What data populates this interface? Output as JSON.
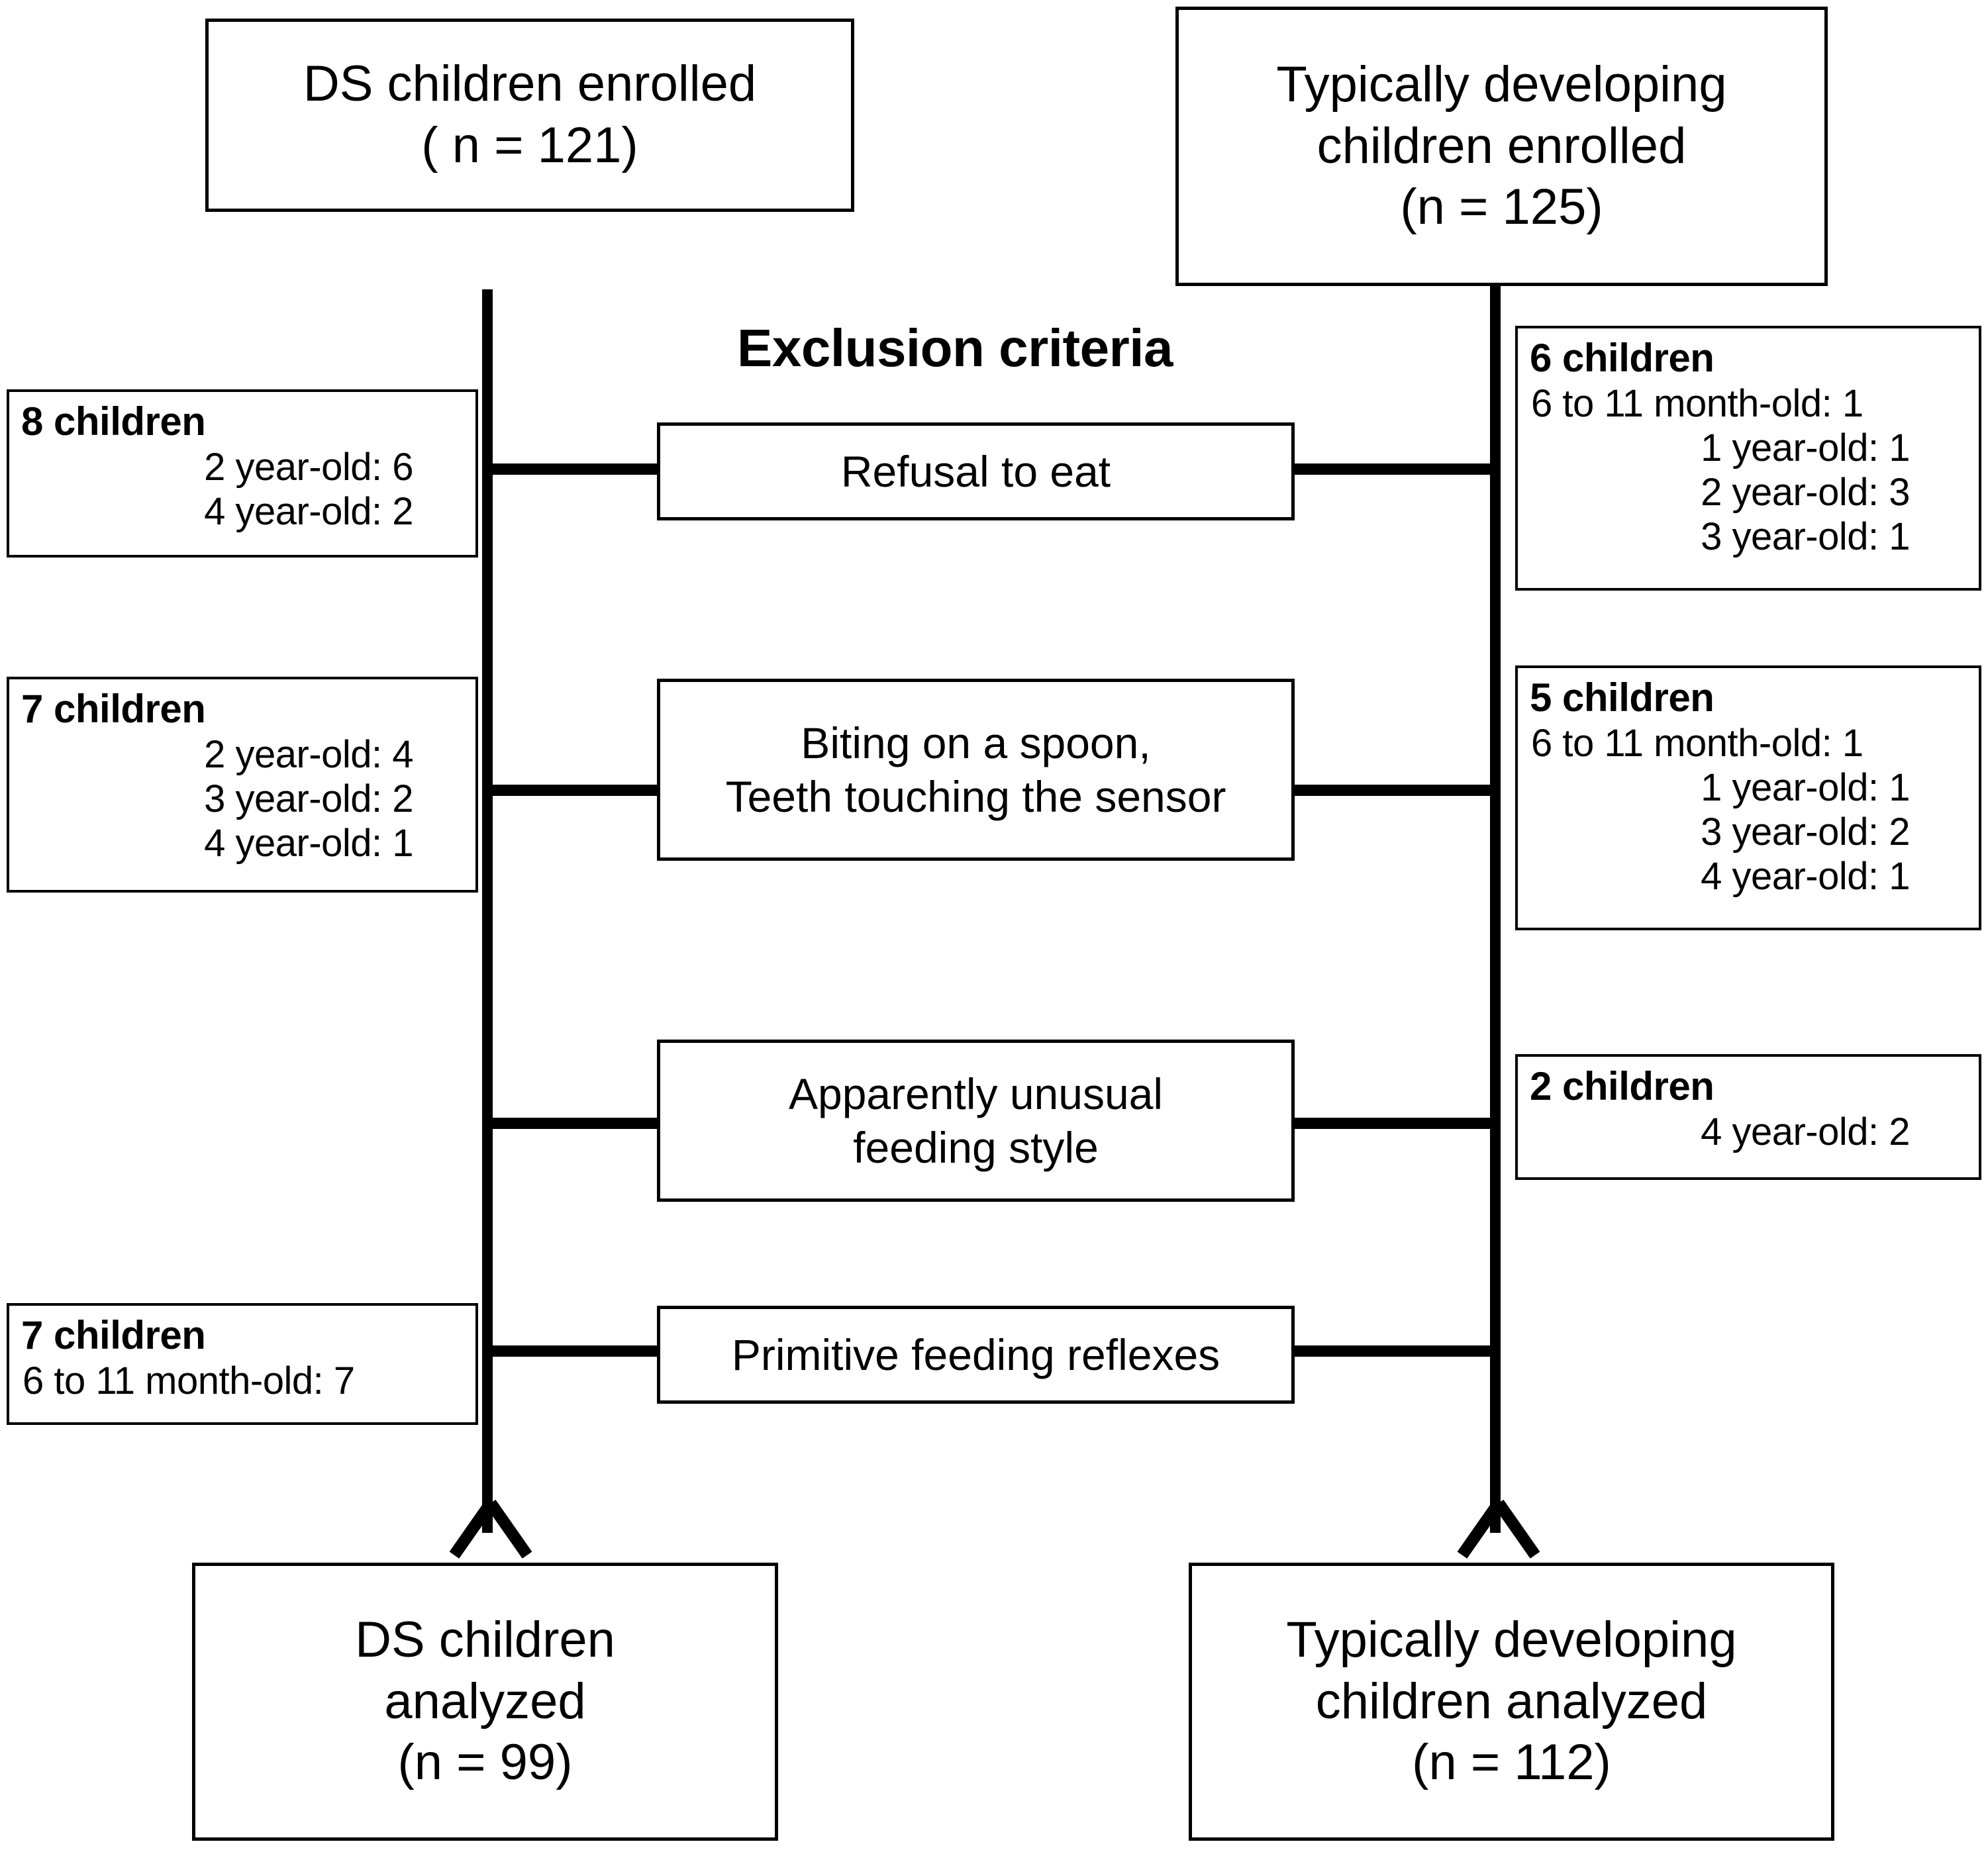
{
  "figure": {
    "type": "flow-diagram",
    "section_title": "Exclusion criteria"
  },
  "top_boxes": {
    "ds": {
      "line1": "DS children enrolled",
      "line2": "( n = 121)"
    },
    "td": {
      "line1": "Typically developing",
      "line2": "children enrolled",
      "line3": "(n = 125)"
    }
  },
  "bottom_boxes": {
    "ds": {
      "line1": "DS  children",
      "line2": "analyzed",
      "line3": "(n = 99)"
    },
    "td": {
      "line1": "Typically developing",
      "line2": "children analyzed",
      "line3": "(n = 112)"
    }
  },
  "criteria": [
    {
      "line1": "Refusal to eat",
      "line2": ""
    },
    {
      "line1": "Biting on a spoon,",
      "line2": "Teeth touching the sensor"
    },
    {
      "line1": "Apparently unusual",
      "line2": "feeding style"
    },
    {
      "line1": "Primitive feeding reflexes",
      "line2": ""
    }
  ],
  "left_exclusions": [
    {
      "head": "8 children",
      "lines": [
        "2 year-old: 6",
        "4 year-old: 2"
      ]
    },
    {
      "head": "7 children",
      "lines": [
        "2 year-old: 4",
        "3 year-old: 2",
        "4 year-old: 1"
      ]
    },
    {
      "head": "7 children",
      "lines": [
        "6 to 11 month-old: 7"
      ]
    }
  ],
  "right_exclusions": [
    {
      "head": "6 children",
      "lines": [
        "6 to 11 month-old: 1",
        "1 year-old: 1",
        "2 year-old: 3",
        "3 year-old: 1"
      ]
    },
    {
      "head": "5 children",
      "lines": [
        "6 to 11 month-old: 1",
        "1 year-old: 1",
        "3 year-old: 2",
        "4 year-old: 1"
      ]
    },
    {
      "head": "2 children",
      "lines": [
        "4 year-old: 2"
      ]
    }
  ],
  "colors": {
    "line": "#000000",
    "background": "#ffffff"
  }
}
